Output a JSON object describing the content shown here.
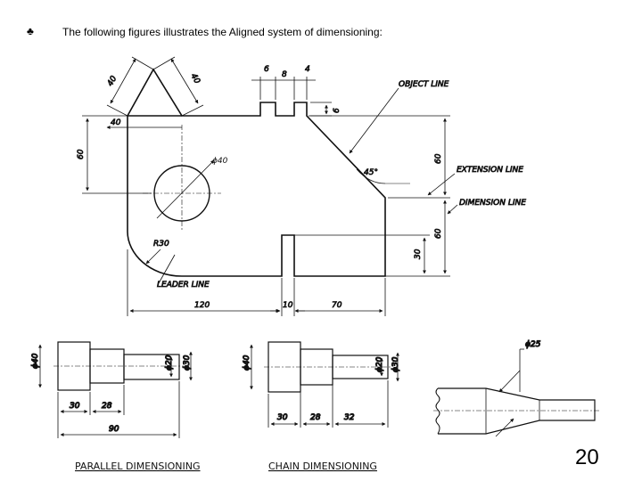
{
  "slide": {
    "bullet": "♣",
    "heading": "The following figures illustrates the Aligned system of dimensioning:",
    "page_number": "20"
  },
  "main_drawing": {
    "callouts": {
      "object_line": "OBJECT LINE",
      "extension_line": "EXTENSION LINE",
      "dimension_line": "DIMENSION LINE",
      "leader_line": "LEADER LINE"
    },
    "dims": {
      "top_left_40": "40",
      "top_right_40": "40",
      "d6a": "6",
      "d8": "8",
      "d4": "4",
      "d6b": "6",
      "left_40": "40",
      "left_60": "60",
      "circle": "ϕ40",
      "angle": "45°",
      "right_60a": "60",
      "right_60b": "60",
      "slot_30": "30",
      "radius": "R30",
      "bottom_120": "120",
      "bottom_10": "10",
      "bottom_70": "70"
    }
  },
  "parallel": {
    "label": "PARALLEL DIMENSIONING",
    "dims": {
      "dia40": "ϕ40",
      "dia20": "ϕ20",
      "dia30": "ϕ30",
      "d30": "30",
      "d28": "28",
      "d90": "90"
    }
  },
  "chain": {
    "label": "CHAIN DIMENSIONING",
    "dims": {
      "dia40": "ϕ40",
      "dia20": "ϕ20",
      "dia30": "ϕ30",
      "d30": "30",
      "d28": "28",
      "d32": "32"
    }
  },
  "taper": {
    "dims": {
      "dia25": "ϕ25"
    }
  }
}
